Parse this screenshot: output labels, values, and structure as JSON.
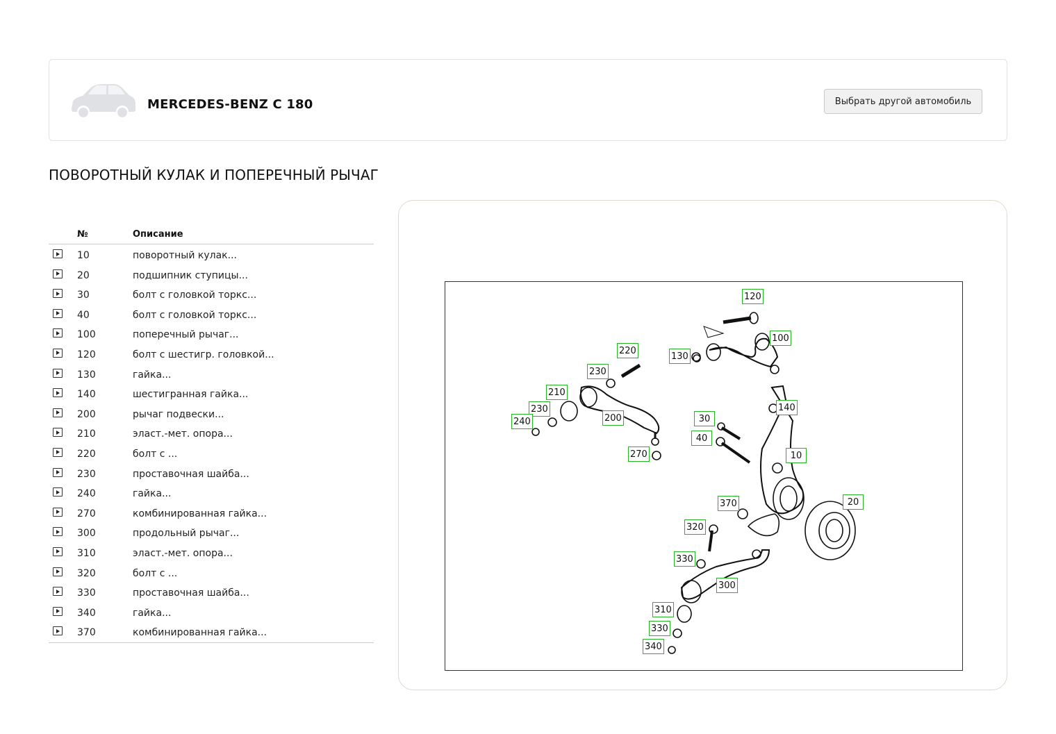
{
  "car": {
    "title": "MERCEDES-BENZ C 180",
    "change_button": "Выбрать другой автомобиль"
  },
  "section": {
    "title": "ПОВОРОТНЫЙ КУЛАК И ПОПЕРЕЧНЫЙ РЫЧАГ"
  },
  "table": {
    "col_no": "№",
    "col_desc": "Описание",
    "rows": [
      {
        "no": "10",
        "desc": "поворотный кулак..."
      },
      {
        "no": "20",
        "desc": "подшипник ступицы..."
      },
      {
        "no": "30",
        "desc": "болт с головкой торкс..."
      },
      {
        "no": "40",
        "desc": "болт с головкой торкс..."
      },
      {
        "no": "100",
        "desc": "поперечный рычаг..."
      },
      {
        "no": "120",
        "desc": "болт с шестигр. головкой..."
      },
      {
        "no": "130",
        "desc": "гайка..."
      },
      {
        "no": "140",
        "desc": "шестигранная гайка..."
      },
      {
        "no": "200",
        "desc": "рычаг подвески..."
      },
      {
        "no": "210",
        "desc": "эласт.-мет. опора..."
      },
      {
        "no": "220",
        "desc": "болт с ..."
      },
      {
        "no": "230",
        "desc": "проставочная шайба..."
      },
      {
        "no": "240",
        "desc": "гайка..."
      },
      {
        "no": "270",
        "desc": "комбинированная гайка..."
      },
      {
        "no": "300",
        "desc": "продольный рычаг..."
      },
      {
        "no": "310",
        "desc": "эласт.-мет. опора..."
      },
      {
        "no": "320",
        "desc": "болт с ..."
      },
      {
        "no": "330",
        "desc": "проставочная шайба..."
      },
      {
        "no": "340",
        "desc": "гайка..."
      },
      {
        "no": "370",
        "desc": "комбинированная гайка..."
      }
    ]
  },
  "diagram": {
    "callouts": [
      "120",
      "100",
      "130",
      "220",
      "230",
      "210",
      "230",
      "240",
      "200",
      "270",
      "140",
      "30",
      "40",
      "10",
      "20",
      "370",
      "320",
      "330",
      "300",
      "310",
      "330",
      "340"
    ]
  },
  "colors": {
    "callout_border": "#27b427",
    "table_rule": "#d9c7b9",
    "card_border": "#e2d8cc"
  },
  "icons": [
    "car-silhouette-icon",
    "play-icon"
  ]
}
